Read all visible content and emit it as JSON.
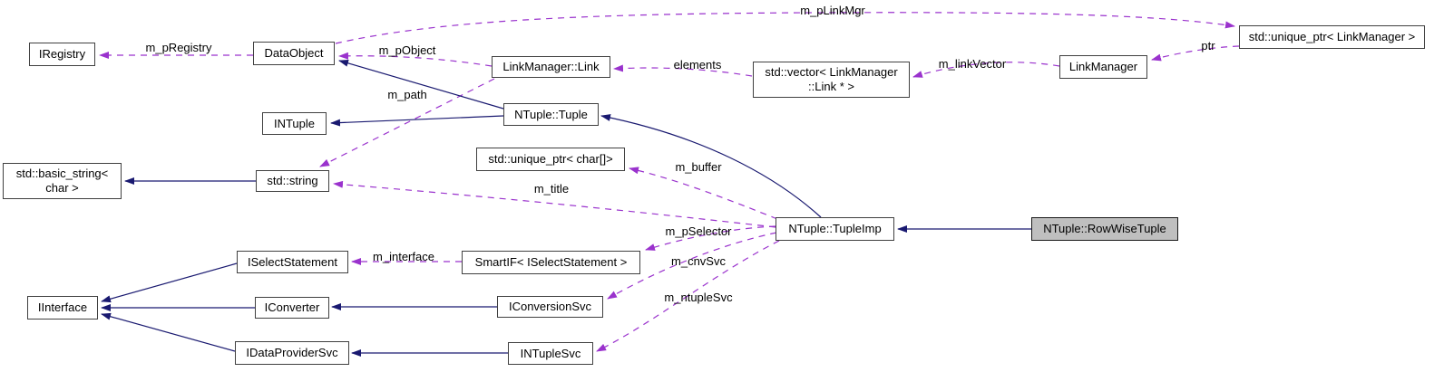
{
  "diagram": {
    "subject": "NTuple::RowWiseTuple",
    "colors": {
      "inheritance_edge": "#191970",
      "usage_edge": "#9a32cd",
      "node_fill": "#ffffff",
      "subject_node_fill": "#bfbfbf",
      "node_border": "#404040"
    }
  },
  "nodes": [
    {
      "id": "iregistry",
      "label": "IRegistry"
    },
    {
      "id": "dataobject",
      "label": "DataObject"
    },
    {
      "id": "linkmanager-link",
      "label": "LinkManager::Link"
    },
    {
      "id": "vector-link-ptr",
      "label": "std::vector< LinkManager\n::Link * >"
    },
    {
      "id": "linkmanager",
      "label": "LinkManager"
    },
    {
      "id": "unique-ptr-linkmanager",
      "label": "std::unique_ptr< LinkManager >"
    },
    {
      "id": "intuple",
      "label": "INTuple"
    },
    {
      "id": "ntuple-tuple",
      "label": "NTuple::Tuple"
    },
    {
      "id": "basic-string",
      "label": "std::basic_string<\nchar >"
    },
    {
      "id": "std-string",
      "label": "std::string"
    },
    {
      "id": "unique-ptr-char",
      "label": "std::unique_ptr< char[]>"
    },
    {
      "id": "ntuple-tupleimp",
      "label": "NTuple::TupleImp"
    },
    {
      "id": "ntuple-rowwisetuple",
      "label": "NTuple::RowWiseTuple"
    },
    {
      "id": "iselectstatement",
      "label": "ISelectStatement"
    },
    {
      "id": "smartif-iselectstatement",
      "label": "SmartIF< ISelectStatement >"
    },
    {
      "id": "iinterface",
      "label": "IInterface"
    },
    {
      "id": "iconverter",
      "label": "IConverter"
    },
    {
      "id": "iconversionsvc",
      "label": "IConversionSvc"
    },
    {
      "id": "idataprovidersvc",
      "label": "IDataProviderSvc"
    },
    {
      "id": "intuplesvc",
      "label": "INTupleSvc"
    }
  ],
  "edges": [
    {
      "from": "DataObject",
      "to": "IRegistry",
      "label": "m_pRegistry",
      "style": "dashed"
    },
    {
      "from": "LinkManager::Link",
      "to": "DataObject",
      "label": "m_pObject",
      "style": "dashed"
    },
    {
      "from": "DataObject",
      "to": "std::unique_ptr< LinkManager >",
      "label": "m_pLinkMgr",
      "style": "dashed"
    },
    {
      "from": "std::vector< LinkManager::Link * >",
      "to": "LinkManager::Link",
      "label": "elements",
      "style": "dashed"
    },
    {
      "from": "LinkManager",
      "to": "std::vector< LinkManager::Link * >",
      "label": "m_linkVector",
      "style": "dashed"
    },
    {
      "from": "std::unique_ptr< LinkManager >",
      "to": "LinkManager",
      "label": "ptr",
      "style": "dashed"
    },
    {
      "from": "LinkManager::Link",
      "to": "std::string",
      "label": "m_path",
      "style": "dashed"
    },
    {
      "from": "NTuple::TupleImp",
      "to": "std::string",
      "label": "m_title",
      "style": "dashed"
    },
    {
      "from": "NTuple::TupleImp",
      "to": "std::unique_ptr< char[]>",
      "label": "m_buffer",
      "style": "dashed"
    },
    {
      "from": "NTuple::TupleImp",
      "to": "SmartIF< ISelectStatement >",
      "label": "m_pSelector",
      "style": "dashed"
    },
    {
      "from": "SmartIF< ISelectStatement >",
      "to": "ISelectStatement",
      "label": "m_interface",
      "style": "dashed"
    },
    {
      "from": "NTuple::TupleImp",
      "to": "IConversionSvc",
      "label": "m_cnvSvc",
      "style": "dashed"
    },
    {
      "from": "NTuple::TupleImp",
      "to": "INTupleSvc",
      "label": "m_ntupleSvc",
      "style": "dashed"
    },
    {
      "from": "NTuple::Tuple",
      "to": "DataObject",
      "style": "solid"
    },
    {
      "from": "NTuple::Tuple",
      "to": "INTuple",
      "style": "solid"
    },
    {
      "from": "std::string",
      "to": "std::basic_string< char >",
      "style": "solid"
    },
    {
      "from": "NTuple::TupleImp",
      "to": "NTuple::Tuple",
      "style": "solid"
    },
    {
      "from": "NTuple::RowWiseTuple",
      "to": "NTuple::TupleImp",
      "style": "solid"
    },
    {
      "from": "ISelectStatement",
      "to": "IInterface",
      "style": "solid"
    },
    {
      "from": "IConverter",
      "to": "IInterface",
      "style": "solid"
    },
    {
      "from": "IDataProviderSvc",
      "to": "IInterface",
      "style": "solid"
    },
    {
      "from": "IConversionSvc",
      "to": "IConverter",
      "style": "solid"
    },
    {
      "from": "INTupleSvc",
      "to": "IDataProviderSvc",
      "style": "solid"
    }
  ]
}
